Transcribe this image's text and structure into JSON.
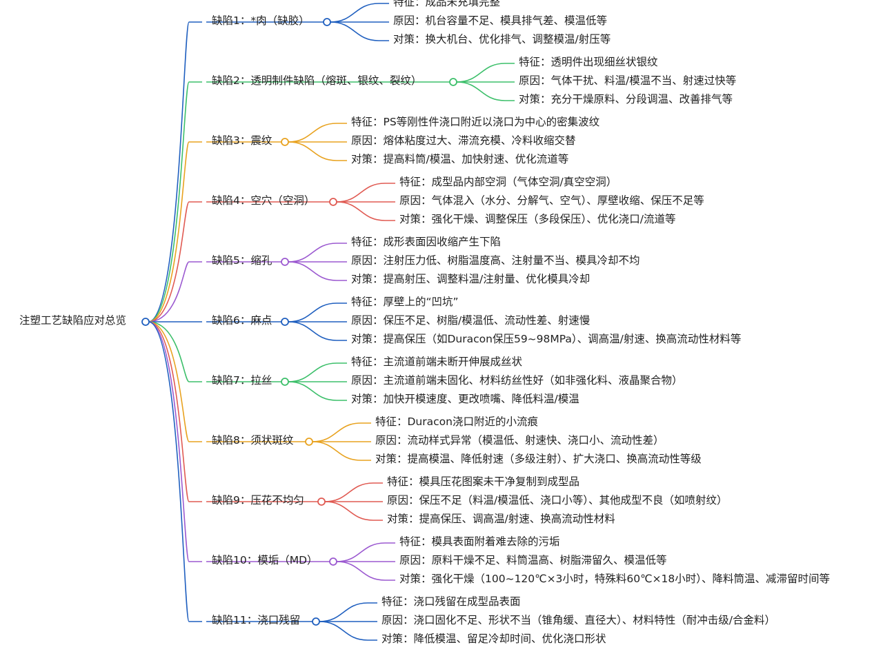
{
  "root": {
    "label": "注塑工艺缺陷应对总览"
  },
  "branches": [
    {
      "label": "缺陷1：*肉（缺胶）",
      "color": "#1f5fbf",
      "details": [
        "特征：成品未充填完整",
        "原因：机台容量不足、模具排气差、模温低等",
        "对策：换大机台、优化排气、调整模温/射压等"
      ]
    },
    {
      "label": "缺陷2：透明制件缺陷（熔斑、银纹、裂纹）",
      "color": "#3cbf6a",
      "details": [
        "特征：透明件出现细丝状银纹",
        "原因：气体干扰、料温/模温不当、射速过快等",
        "对策：充分干燥原料、分段调温、改善排气等"
      ]
    },
    {
      "label": "缺陷3：震纹",
      "color": "#e8a21f",
      "details": [
        "特征：PS等刚性件浇口附近以浇口为中心的密集波纹",
        "原因：熔体粘度过大、滞流充模、冷料收缩交替",
        "对策：提高料筒/模温、加快射速、优化流道等"
      ]
    },
    {
      "label": "缺陷4：空穴（空洞）",
      "color": "#e05a52",
      "details": [
        "特征：成型品内部空洞（气体空洞/真空空洞）",
        "原因：气体混入（水分、分解气、空气）、厚壁收缩、保压不足等",
        "对策：强化干燥、调整保压（多段保压）、优化浇口/流道等"
      ]
    },
    {
      "label": "缺陷5：缩孔",
      "color": "#9b59d0",
      "details": [
        "特征：成形表面因收缩产生下陷",
        "原因：注射压力低、树脂温度高、注射量不当、模具冷却不均",
        "对策：提高射压、调整料温/注射量、优化模具冷却"
      ]
    },
    {
      "label": "缺陷6：麻点",
      "color": "#1f5fbf",
      "details": [
        "特征：厚壁上的“凹坑”",
        "原因：保压不足、树脂/模温低、流动性差、射速慢",
        "对策：提高保压（如Duracon保压59~98MPa）、调高温/射速、换高流动性材料等"
      ]
    },
    {
      "label": "缺陷7：拉丝",
      "color": "#3cbf6a",
      "details": [
        "特征：主流道前端未断开伸展成丝状",
        "原因：主流道前端未固化、材料纺丝性好（如非强化料、液晶聚合物）",
        "对策：加快开模速度、更改喷嘴、降低料温/模温"
      ]
    },
    {
      "label": "缺陷8：须状斑纹",
      "color": "#e8a21f",
      "details": [
        "特征：Duracon浇口附近的小流痕",
        "原因：流动样式异常（模温低、射速快、浇口小、流动性差）",
        "对策：提高模温、降低射速（多级注射）、扩大浇口、换高流动性等级"
      ]
    },
    {
      "label": "缺陷9：压花不均匀",
      "color": "#e05a52",
      "details": [
        "特征：模具压花图案未干净复制到成型品",
        "原因：保压不足（料温/模温低、浇口小等）、其他成型不良（如喷射纹）",
        "对策：提高保压、调高温/射速、换高流动性材料"
      ]
    },
    {
      "label": "缺陷10：模垢（MD）",
      "color": "#9b59d0",
      "details": [
        "特征：模具表面附着难去除的污垢",
        "原因：原料干燥不足、料筒温高、树脂滞留久、模温低等",
        "对策：强化干燥（100~120℃×3小时，特殊料60℃×18小时）、降料筒温、减滞留时间等"
      ]
    },
    {
      "label": "缺陷11：浇口残留",
      "color": "#1f5fbf",
      "details": [
        "特征：浇口残留在成型品表面",
        "原因：浇口固化不足、形状不当（锥角缓、直径大）、材料特性（耐冲击级/合金料）",
        "对策：降低模温、留足冷却时间、优化浇口形状"
      ]
    }
  ]
}
